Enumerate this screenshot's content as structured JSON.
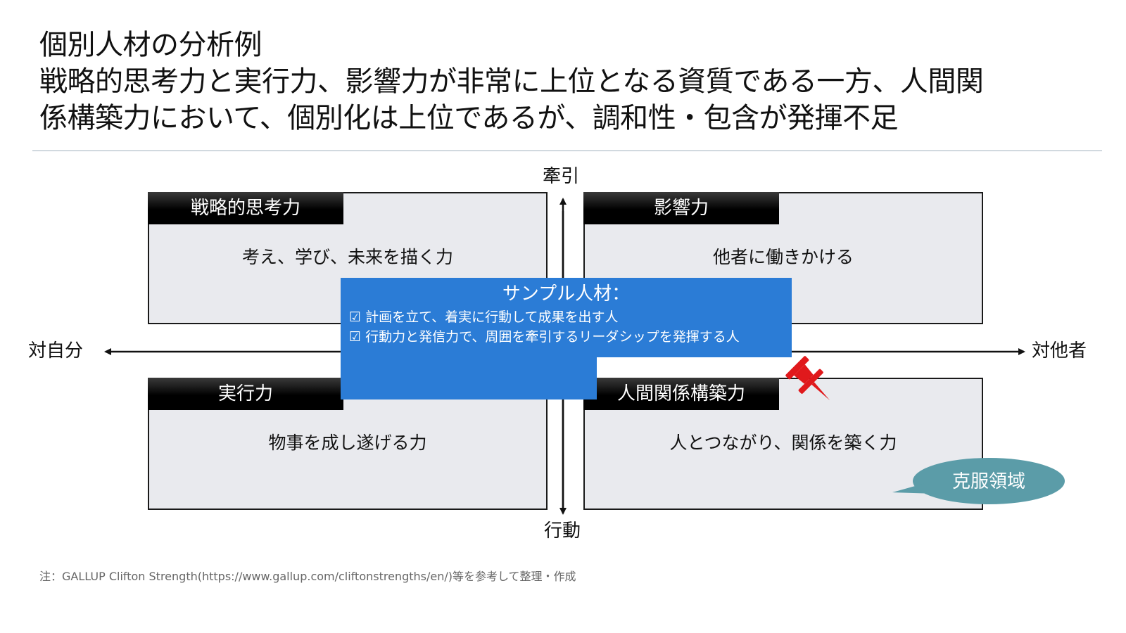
{
  "title": {
    "line1": "個別人材の分析例",
    "line2": "戦略的思考力と実行力、影響力が非常に上位となる資質である一方、人間関",
    "line3": "係構築力において、個別化は上位であるが、調和性・包含が発揮不足"
  },
  "axes": {
    "top": "牽引",
    "bottom": "行動",
    "left": "対自分",
    "right": "対他者"
  },
  "quadrants": [
    {
      "heading": "戦略的思考力",
      "description": "考え、学び、未来を描く力"
    },
    {
      "heading": "影響力",
      "description": "他者に働きかける"
    },
    {
      "heading": "実行力",
      "description": "物事を成し遂げる力"
    },
    {
      "heading": "人間関係構築力",
      "description": "人とつながり、関係を築く力"
    }
  ],
  "sample": {
    "title": "サンプル人材：",
    "items": [
      "☑ 計画を立て、着実に行動して成果を出す人",
      "☑ 行動力と発信力で、周囲を牽引するリーダシップを発揮する人"
    ]
  },
  "callout": {
    "label": "克服領域"
  },
  "note": "注：GALLUP Clifton Strength(https://www.gallup.com/cliftonstrengths/en/)等を参考して整理・作成",
  "colors": {
    "quadrant_fill": "#e9eaee",
    "sample_box": "#2b7cd6",
    "callout_fill": "#5b9ca8",
    "pin": "#e0191c",
    "rule": "#9fb0bd"
  },
  "icons": {
    "pin": "pushpin-icon"
  }
}
